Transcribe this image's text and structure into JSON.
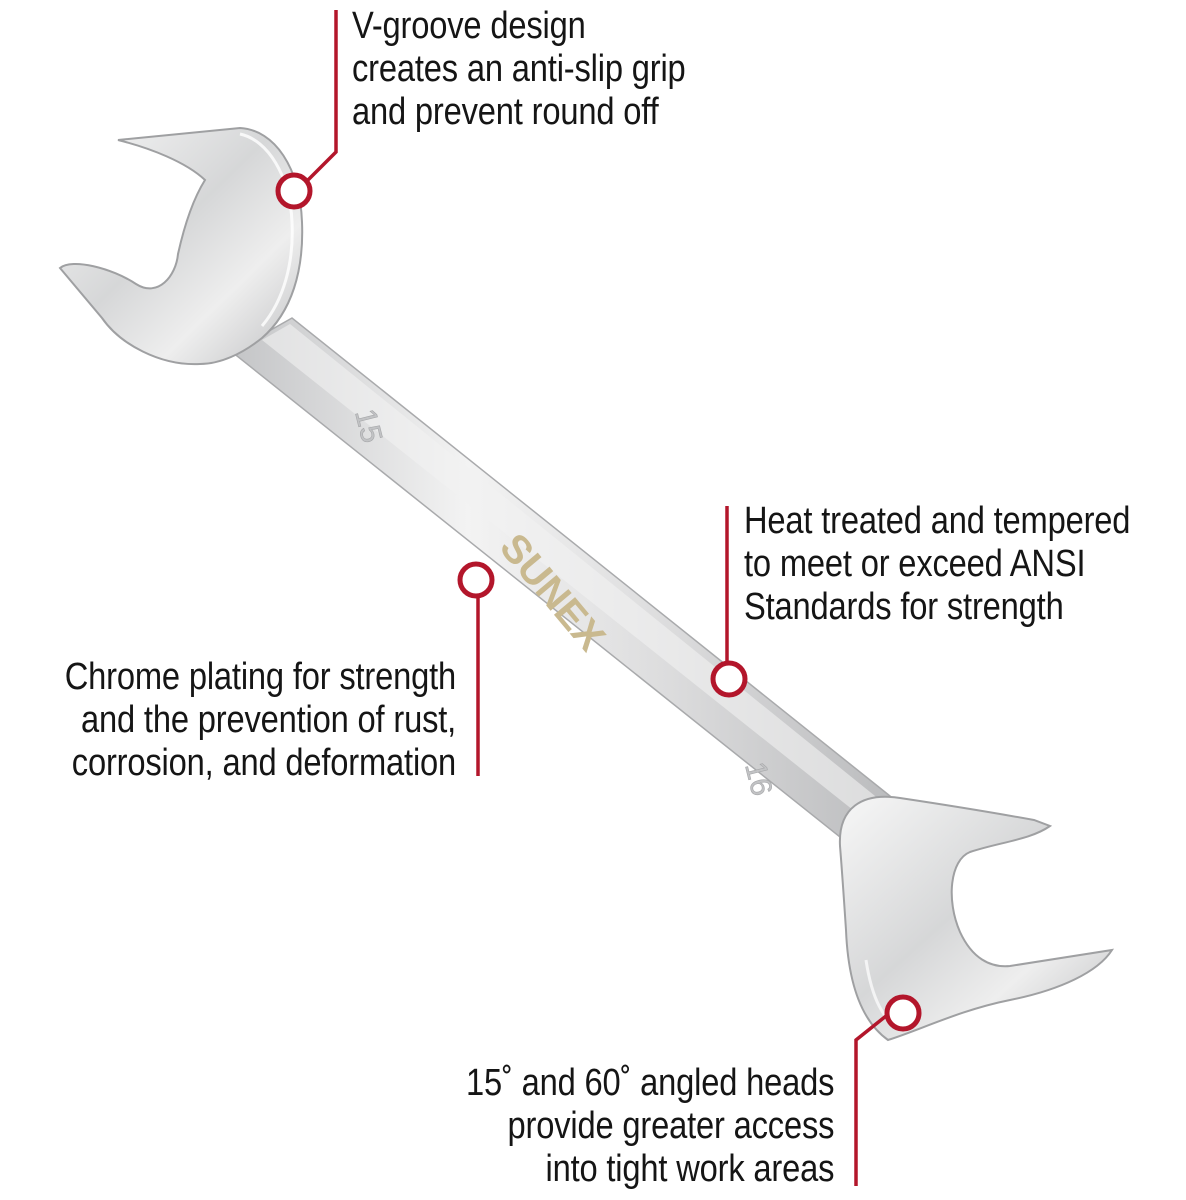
{
  "callouts": {
    "vgroove": {
      "lines": [
        "V-groove design",
        "creates an anti-slip grip",
        "and prevent round off"
      ]
    },
    "heat": {
      "lines": [
        "Heat treated and tempered",
        "to meet or exceed ANSI",
        "Standards for strength"
      ]
    },
    "chrome": {
      "lines": [
        "Chrome plating for strength",
        "and the prevention of rust,",
        "corrosion, and deformation"
      ]
    },
    "angled": {
      "lines": [
        "15˚ and 60˚ angled heads",
        "provide greater access",
        "into tight work areas"
      ]
    }
  },
  "wrench": {
    "brand": "SUNEX",
    "size_upper": "15",
    "size_lower": "16"
  },
  "colors": {
    "accent": "#b3162b",
    "text": "#151515",
    "chrome": "#d9dadb",
    "brand_stamp": "#c9b98f"
  }
}
